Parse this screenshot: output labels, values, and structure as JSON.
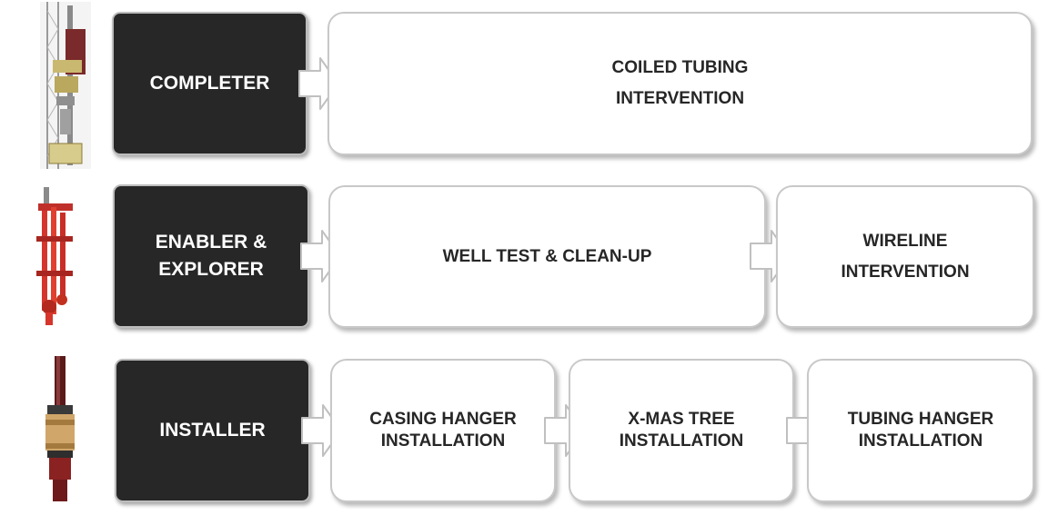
{
  "rows": [
    {
      "role_lines": [
        "COMPLETER"
      ],
      "services": [
        {
          "lines": [
            "COILED TUBING",
            "INTERVENTION"
          ]
        }
      ]
    },
    {
      "role_lines": [
        "ENABLER &",
        "EXPLORER"
      ],
      "services": [
        {
          "lines": [
            "WELL TEST & CLEAN-UP"
          ]
        },
        {
          "lines": [
            "WIRELINE",
            "INTERVENTION"
          ]
        }
      ]
    },
    {
      "role_lines": [
        "INSTALLER"
      ],
      "services": [
        {
          "lines": [
            "CASING HANGER",
            "INSTALLATION"
          ]
        },
        {
          "lines": [
            "X-MAS TREE",
            "INSTALLATION"
          ]
        },
        {
          "lines": [
            "TUBING HANGER",
            "INSTALLATION"
          ]
        }
      ]
    }
  ],
  "colors": {
    "role_fill": "#272727",
    "role_text": "#ffffff",
    "service_fill": "#ffffff",
    "service_text": "#262626",
    "border": "#c8c8c8",
    "arrow_fill": "#ffffff",
    "arrow_stroke": "#c0c0c0"
  },
  "icons": [
    "coiled-tubing-frame-icon",
    "wireline-tool-red-icon",
    "hanger-tool-icon"
  ]
}
